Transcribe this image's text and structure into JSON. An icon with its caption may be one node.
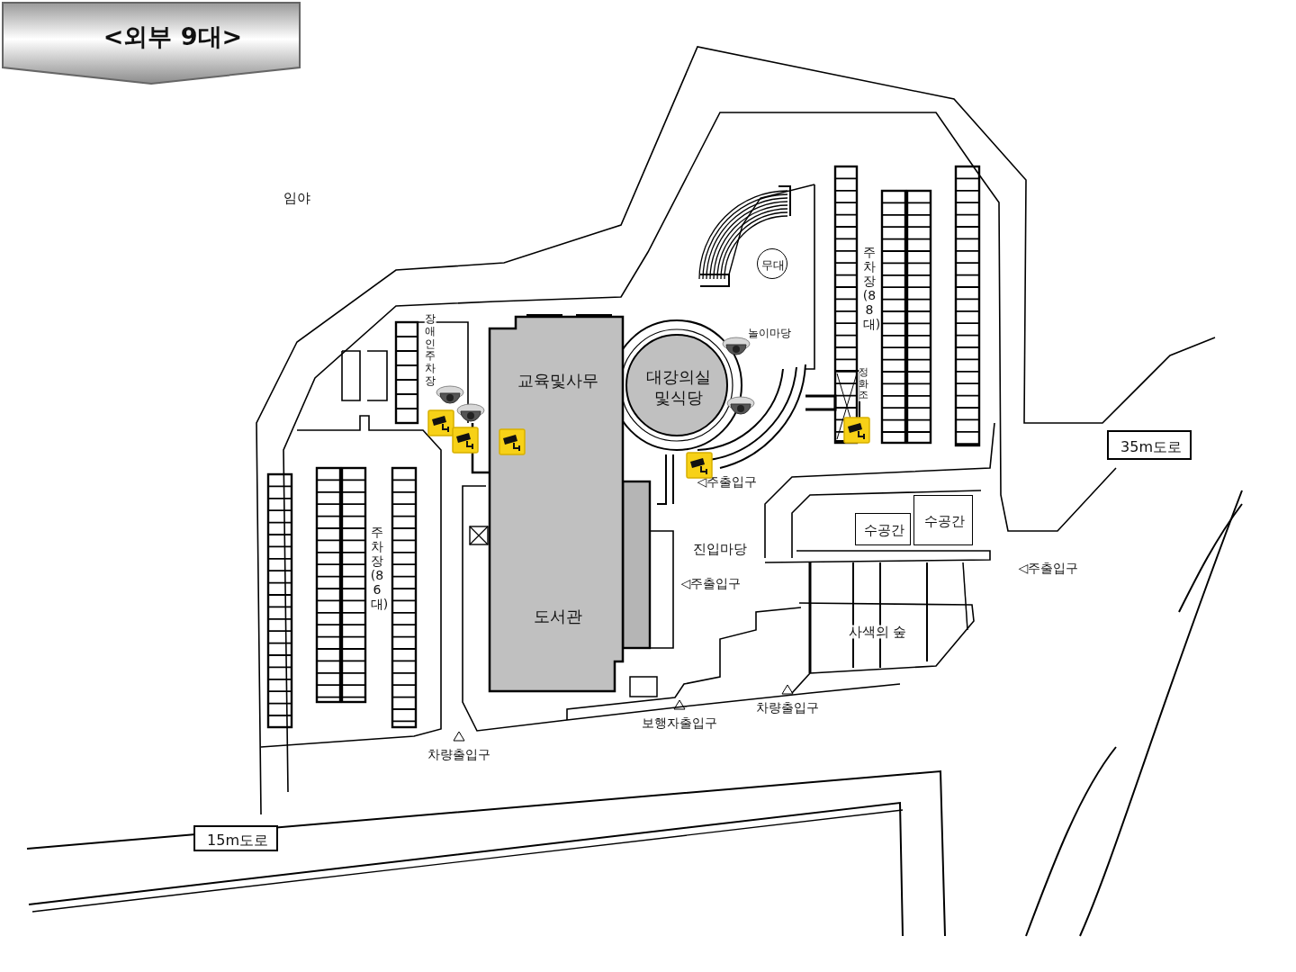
{
  "diagram": {
    "title": "<외부 9대>",
    "nodes": [
      {
        "text": [
          "교육및사무",
          "도서관"
        ]
      },
      {
        "text": [
          "대강의실 및식당"
        ]
      },
      {
        "text": [
          "무대"
        ]
      },
      {
        "text": [
          "수공간"
        ]
      },
      {
        "text": [
          "수공간"
        ]
      },
      {
        "text": [
          "35m도로"
        ]
      },
      {
        "text": [
          "15m도로"
        ]
      }
    ],
    "labels": [
      "임야",
      "놀이마당",
      "장애인주차장",
      "주차장(88대)",
      "정화조",
      "◁주출입구",
      "진입마당",
      "◁주출입구",
      "◁주출입구",
      "사색의 숲",
      "주차장(86대)",
      "차량출입구",
      "보행자출입구",
      "차량출입구"
    ]
  }
}
